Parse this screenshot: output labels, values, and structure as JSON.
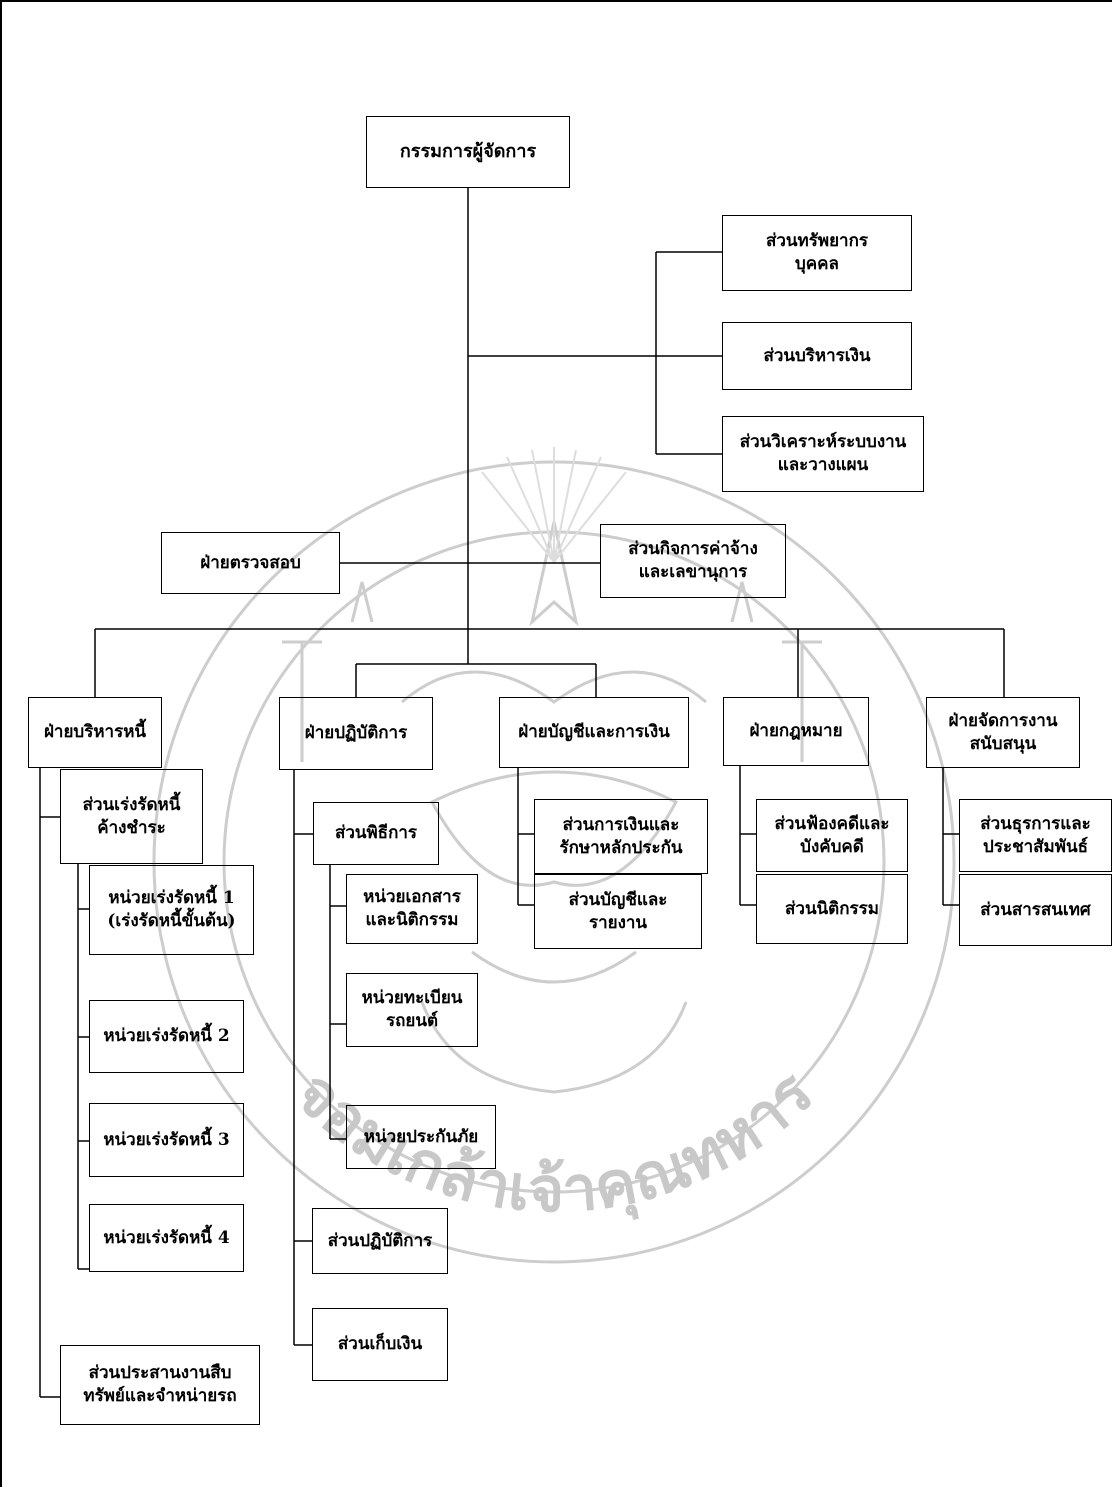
{
  "org_chart": {
    "ceo": "กรรมการผู้จัดการ",
    "staff_units": {
      "hr": "ส่วนทรัพยากร\nบุคคล",
      "treasury": "ส่วนบริหารเงิน",
      "systems": "ส่วนวิเคราะห์ระบบงาน\nและวางแผน"
    },
    "audit": "ฝ่ายตรวจสอบ",
    "secretariat": "ส่วนกิจการค่าจ้าง\nและเลขานุการ",
    "departments": {
      "debt": {
        "name": "ฝ่ายบริหารหนี้",
        "collection": "ส่วนเร่งรัดหนี้\nค้างชำระ",
        "units": [
          "หน่วยเร่งรัดหนี้ 1\n(เร่งรัดหนี้ขั้นต้น)",
          "หน่วยเร่งรัดหนี้ 2",
          "หน่วยเร่งรัดหนี้ 3",
          "หน่วยเร่งรัดหนี้ 4"
        ],
        "assets": "ส่วนประสานงานสืบ\nทรัพย์และจำหน่ายรถ"
      },
      "operations": {
        "name": "ฝ่ายปฏิบัติการ",
        "ceremony": "ส่วนพิธีการ",
        "units": [
          "หน่วยเอกสาร\nและนิติกรรม",
          "หน่วยทะเบียน\nรถยนต์",
          "หน่วยประกันภัย"
        ],
        "ops": "ส่วนปฏิบัติการ",
        "collect": "ส่วนเก็บเงิน"
      },
      "accounting": {
        "name": "ฝ่ายบัญชีและการเงิน",
        "finance": "ส่วนการเงินและ\nรักษาหลักประกัน",
        "accounts": "ส่วนบัญชีและ\nรายงาน"
      },
      "legal": {
        "name": "ฝ่ายกฎหมาย",
        "litigation": "ส่วนฟ้องคดีและ\nบังคับคดี",
        "juristic": "ส่วนนิติกรรม"
      },
      "support": {
        "name": "ฝ่ายจัดการงาน\nสนับสนุน",
        "admin": "ส่วนธุรการและ\nประชาสัมพันธ์",
        "it": "ส่วนสารสนเทศ"
      }
    },
    "watermark": {
      "text": "จอมเกล้าเจ้าคุณทหาร",
      "color": "#c8c8c8"
    }
  }
}
